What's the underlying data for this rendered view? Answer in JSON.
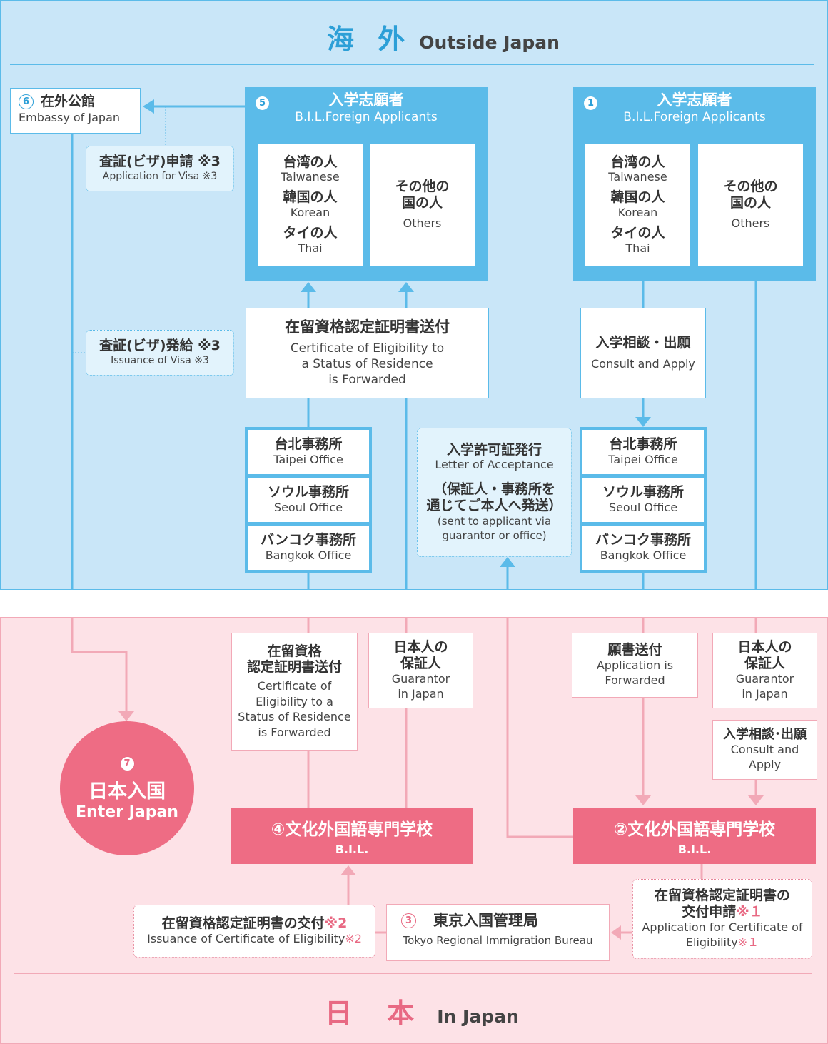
{
  "overseas": {
    "title_jp": "海 外",
    "title_en": "Outside Japan"
  },
  "japan": {
    "title_jp": "日 本",
    "title_en": "In Japan"
  },
  "embassy": {
    "num": "6",
    "jp": "在外公館",
    "en": "Embassy of Japan"
  },
  "visa_application": {
    "jp": "査証(ビザ)申請 ※3",
    "en": "Application for Visa ※3"
  },
  "visa_issuance": {
    "jp": "査証(ビザ)発給 ※3",
    "en": "Issuance of Visa ※3"
  },
  "applicants_left": {
    "num": "5",
    "jp": "入学志願者",
    "en": "B.I.L.Foreign Applicants"
  },
  "applicants_right": {
    "num": "1",
    "jp": "入学志願者",
    "en": "B.I.L.Foreign Applicants"
  },
  "nationalities": {
    "taiwan_jp": "台湾の人",
    "taiwan_en": "Taiwanese",
    "korea_jp": "韓国の人",
    "korea_en": "Korean",
    "thai_jp": "タイの人",
    "thai_en": "Thai",
    "others_jp_1": "その他の",
    "others_jp_2": "国の人",
    "others_en": "Others"
  },
  "coe_forward": {
    "jp": "在留資格認定証明書送付",
    "en_1": "Certificate of Eligibility to",
    "en_2": "a Status of Residence",
    "en_3": "is Forwarded"
  },
  "consult_top": {
    "jp": "入学相談・出願",
    "en": "Consult and Apply"
  },
  "offices": {
    "taipei_jp": "台北事務所",
    "taipei_en": "Taipei Office",
    "seoul_jp": "ソウル事務所",
    "seoul_en": "Seoul Office",
    "bangkok_jp": "バンコク事務所",
    "bangkok_en": "Bangkok Office"
  },
  "acceptance": {
    "jp": "入学許可証発行",
    "en": "Letter of Acceptance",
    "note_jp_1": "（保証人・事務所を",
    "note_jp_2": "通じてご本人へ発送）",
    "note_en_1": "(sent to applicant via",
    "note_en_2": "guarantor or office)"
  },
  "coe_forward_jp": {
    "jp_1": "在留資格",
    "jp_2": "認定証明書送付",
    "en_1": "Certificate of",
    "en_2": "Eligibility to a",
    "en_3": "Status of Residence",
    "en_4": "is Forwarded"
  },
  "guarantor": {
    "jp_1": "日本人の",
    "jp_2": "保証人",
    "en_1": "Guarantor",
    "en_2": "in Japan"
  },
  "app_forwarded": {
    "jp": "願書送付",
    "en_1": "Application is",
    "en_2": "Forwarded"
  },
  "consult_bottom": {
    "jp": "入学相談･出願",
    "en_1": "Consult and",
    "en_2": "Apply"
  },
  "enter_japan": {
    "num": "7",
    "jp": "日本入国",
    "en": "Enter Japan"
  },
  "school_left": {
    "num": "④",
    "jp": "文化外国語専門学校",
    "en": "B.I.L."
  },
  "school_right": {
    "num": "②",
    "jp": "文化外国語専門学校",
    "en": "B.I.L."
  },
  "immigration": {
    "num": "3",
    "jp": "東京入国管理局",
    "en": "Tokyo Regional Immigration Bureau"
  },
  "issuance_coe": {
    "jp": "在留資格認定証明書の交付",
    "mark_jp": "※2",
    "en": "Issuance of Certificate of Eligibility",
    "mark_en": "※2"
  },
  "application_coe": {
    "jp_1": "在留資格認定証明書の",
    "jp_2": "交付申請",
    "mark_jp": "※１",
    "en_1": "Application for Certificate of",
    "en_2": "Eligibility",
    "mark_en": "※１"
  },
  "colors": {
    "blue": "#5bbbe9",
    "overseas_bg": "#c9e6f8",
    "pink": "#e86983",
    "japan_bg": "#fde2e7",
    "pink_line": "#f2a9b7"
  }
}
